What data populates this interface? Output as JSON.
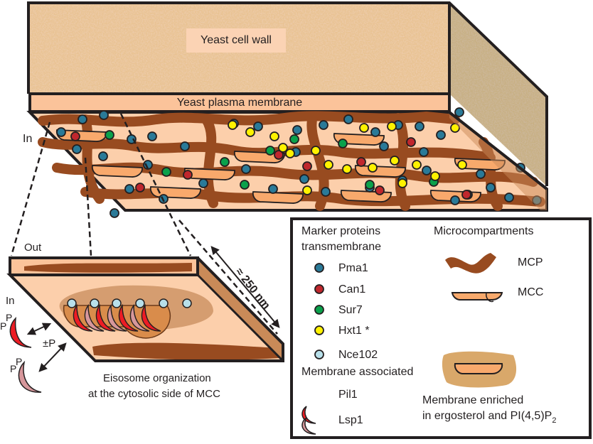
{
  "top_block": {
    "cell_wall_label": "Yeast cell wall",
    "plasma_membrane_label": "Yeast plasma membrane",
    "inside_label": "In"
  },
  "zoom_panel": {
    "outside_label": "Out",
    "inside_label": "In",
    "distance_label": "≈ 250 nm",
    "phospho_label": "±P",
    "p_label": "P",
    "caption_line1": "Eisosome organization",
    "caption_line2": "at the cytosolic side of MCC"
  },
  "legend": {
    "marker_title_line1": "Marker proteins",
    "marker_title_line2": "transmembrane",
    "markers": [
      {
        "name": "Pma1",
        "color": "#2a7a98",
        "icon": "blue-circle"
      },
      {
        "name": "Can1",
        "color": "#c0272d",
        "icon": "red-circle"
      },
      {
        "name": "Sur7",
        "color": "#0aa14b",
        "icon": "green-circle"
      },
      {
        "name": "Hxt1 *",
        "color": "#fff200",
        "icon": "yellow-circle"
      },
      {
        "name": "Nce102",
        "color": "#b8e0ea",
        "icon": "light-blue-circle"
      }
    ],
    "membrane_assoc_title": "Membrane associated",
    "membrane_assoc": [
      {
        "name": "Pil1",
        "color": "#ed1c24",
        "icon": "red-crescent"
      },
      {
        "name": "Lsp1",
        "color": "#d7979b",
        "icon": "pink-crescent"
      }
    ],
    "micro_title": "Microcompartments",
    "micro": [
      {
        "name": "MCP",
        "color": "#984b20",
        "icon": "brown-wavy-band"
      },
      {
        "name": "MCC",
        "color": "#f8a96c",
        "icon": "orange-trough"
      }
    ],
    "enriched_line1": "Membrane enriched",
    "enriched_line2_prefix": "in ergosterol and  PI(4,5)P",
    "enriched_line2_sub": "2"
  },
  "colors": {
    "cell_wall": "#e8c08e",
    "side_wall": "#c8aa80",
    "membrane": "#fbc39a",
    "membrane_floor": "#fcd1ad",
    "mcp": "#984b20",
    "mcc": "#f8a96c",
    "raft": "#d4a06e",
    "outline": "#231f20"
  }
}
